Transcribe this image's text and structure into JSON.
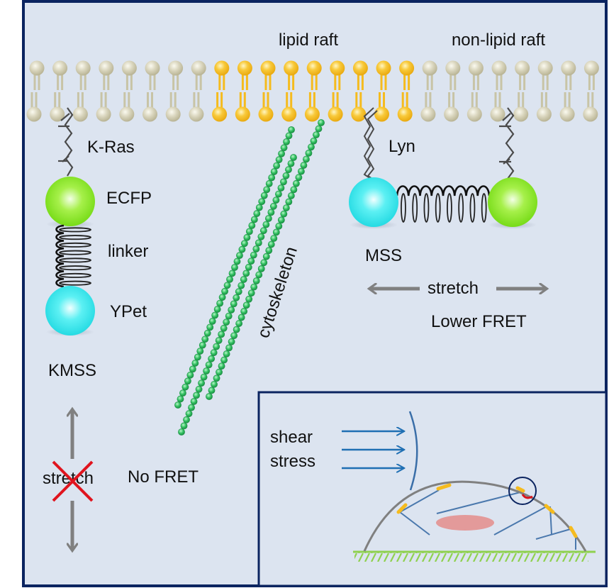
{
  "diagram": {
    "labels": {
      "lipid_raft": "lipid raft",
      "non_lipid_raft": "non-lipid raft",
      "k_ras": "K-Ras",
      "ecfp": "ECFP",
      "linker": "linker",
      "ypet": "YPet",
      "kmss": "KMSS",
      "stretch_blocked": "stretch",
      "no_fret": "No FRET",
      "cytoskeleton": "cytoskeleton",
      "lyn": "Lyn",
      "mss": "MSS",
      "stretch": "stretch",
      "lower_fret": "Lower FRET"
    },
    "membrane": {
      "segments": [
        {
          "type": "non-raft",
          "count": 8
        },
        {
          "type": "raft",
          "count": 9
        },
        {
          "type": "non-raft",
          "count": 8
        }
      ]
    },
    "inset": {
      "shear_label_line1": "shear",
      "shear_label_line2": "stress",
      "flow_arrow_count": 3
    },
    "colors": {
      "background": "#dce4f0",
      "frame": "#0b2460",
      "raft_lipid": "#f5bb1e",
      "nonraft_lipid": "#c8c4a6",
      "ecfp_sphere": "#7ee619",
      "ypet_sphere": "#2ee8ee",
      "cytoskeleton": "#2bb559",
      "arrow_gray": "#808080",
      "cross_red": "#e0141e",
      "flow_blue": "#1f6fb3",
      "nucleus": "#e39a9a",
      "ground_green": "#8fd14f"
    }
  }
}
